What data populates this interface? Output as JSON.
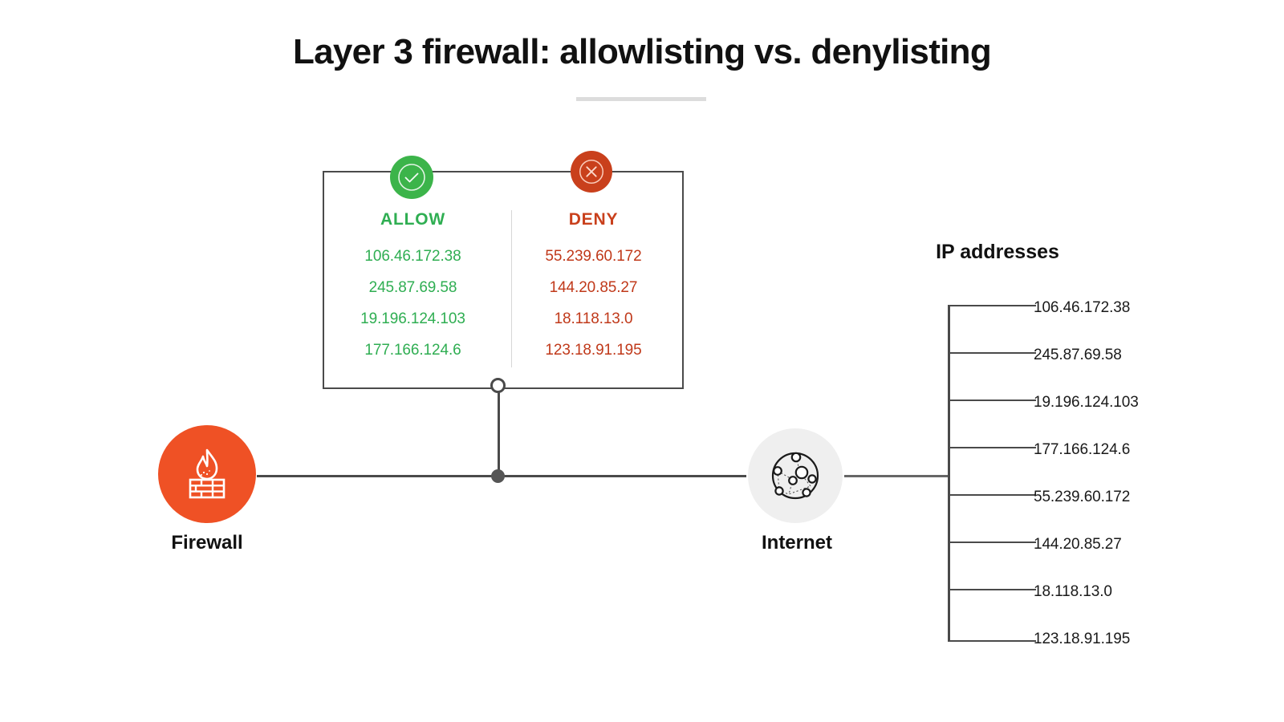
{
  "title": "Layer 3 firewall: allowlisting vs. denylisting",
  "rules": {
    "allow": {
      "heading": "ALLOW",
      "badge_icon": "check-circle-icon",
      "addresses": [
        "106.46.172.38",
        "245.87.69.58",
        "19.196.124.103",
        "177.166.124.6"
      ]
    },
    "deny": {
      "heading": "DENY",
      "badge_icon": "x-circle-icon",
      "addresses": [
        "55.239.60.172",
        "144.20.85.27",
        "18.118.13.0",
        "123.18.91.195"
      ]
    }
  },
  "nodes": {
    "firewall": {
      "label": "Firewall",
      "icon": "firewall-flame-brick-icon"
    },
    "internet": {
      "label": "Internet",
      "icon": "network-globe-icon"
    }
  },
  "ip_list": {
    "heading": "IP addresses",
    "items": [
      "106.46.172.38",
      "245.87.69.58",
      "19.196.124.103",
      "177.166.124.6",
      "55.239.60.172",
      "144.20.85.27",
      "18.118.13.0",
      "123.18.91.195"
    ]
  },
  "colors": {
    "allow_green": "#2FAE52",
    "badge_green": "#3CB44A",
    "deny_red": "#C9401C",
    "firewall_orange": "#EF5125",
    "line_gray": "#4A4A4A",
    "internet_bg": "#EFEFEF"
  }
}
